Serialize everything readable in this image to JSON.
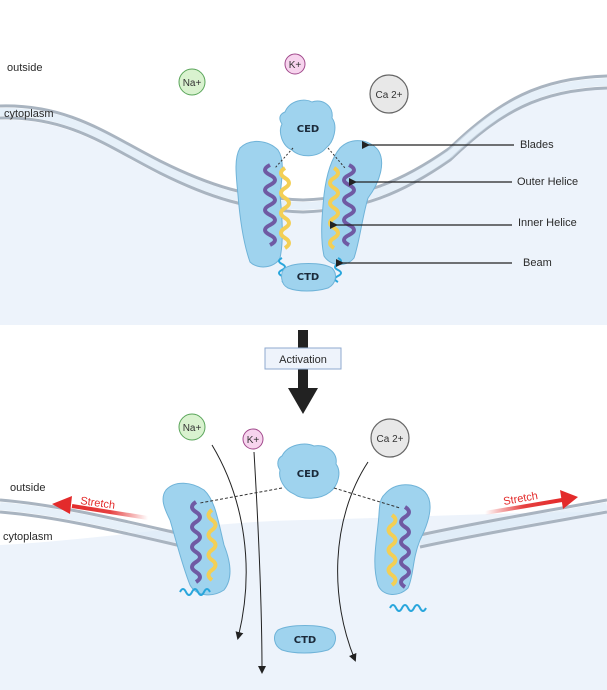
{
  "top_panel": {
    "region_labels": {
      "outside": "outside",
      "cytoplasm": "cytoplasm"
    },
    "ions": [
      {
        "label": "Na+",
        "color": "#d9f2cf",
        "stroke": "#5aa55a"
      },
      {
        "label": "K+",
        "color": "#f7d4ee",
        "stroke": "#a14a8c"
      },
      {
        "label": "Ca 2+",
        "color": "#e8e8e8",
        "stroke": "#666666"
      }
    ],
    "domains": {
      "ced": "CED",
      "ctd": "CTD"
    },
    "annotations": [
      "Blades",
      "Outer Helice",
      "Inner Helice",
      "Beam"
    ]
  },
  "transition": {
    "label": "Activation"
  },
  "bottom_panel": {
    "region_labels": {
      "outside": "outside",
      "cytoplasm": "cytoplasm"
    },
    "ions": [
      {
        "label": "Na+",
        "color": "#d9f2cf",
        "stroke": "#5aa55a"
      },
      {
        "label": "K+",
        "color": "#f7d4ee",
        "stroke": "#a14a8c"
      },
      {
        "label": "Ca 2+",
        "color": "#e8e8e8",
        "stroke": "#666666"
      }
    ],
    "domains": {
      "ced": "CED",
      "ctd": "CTD"
    },
    "stretch_left": "Stretch",
    "stretch_right": "Stretch"
  },
  "colors": {
    "cytoplasm": "#edf3fb",
    "membrane": "#a9b4c0",
    "protein": "#9fd3ee",
    "protein_edge": "#6fb3d8",
    "outer_helix": "#6f5aa3",
    "inner_helix": "#f3cf55",
    "beam": "#29a6dc",
    "stretch": "#e32b2b",
    "activation_arrow": "#222222"
  }
}
